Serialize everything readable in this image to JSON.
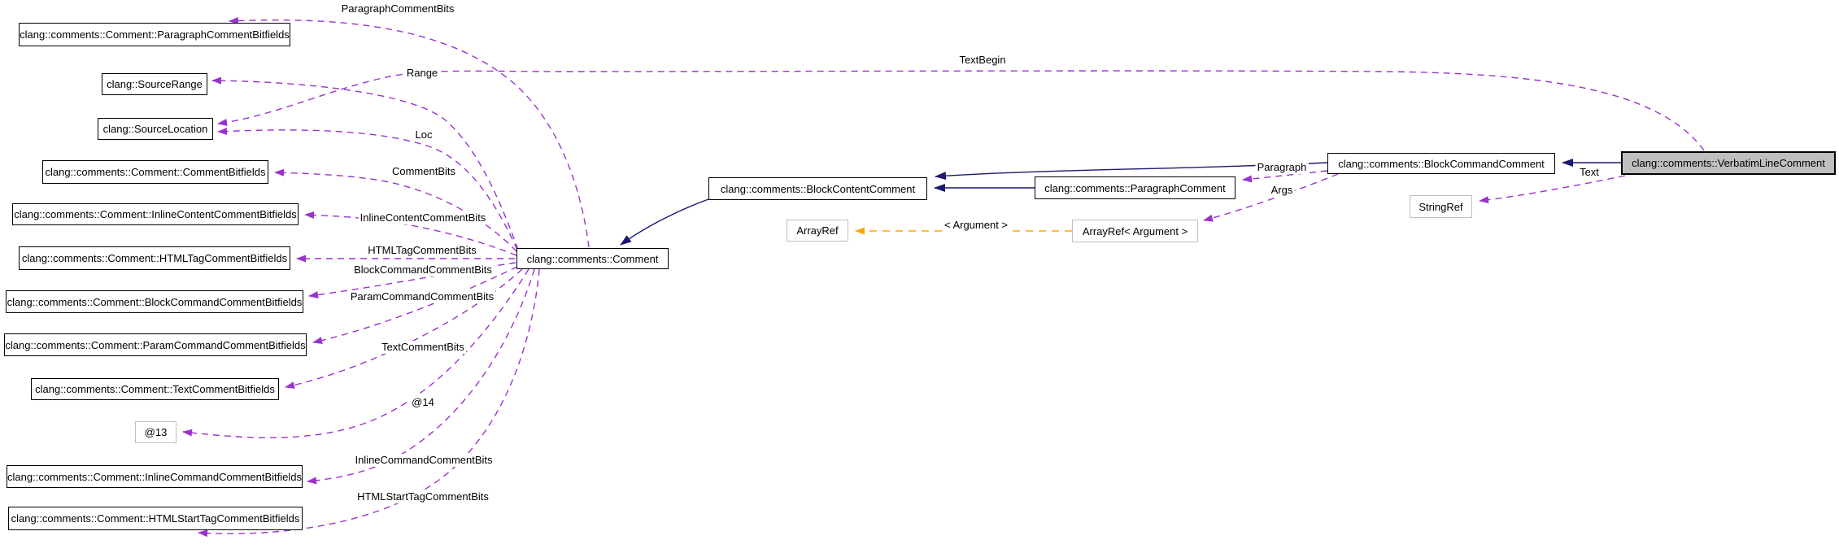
{
  "diagram": {
    "kind": "doxygen-collaboration-graph",
    "highlighted_node": "clang::comments::VerbatimLineComment",
    "colors": {
      "background": "#ffffff",
      "usage_edge": "#9a32cd",
      "inheritance_edge": "#191970",
      "template_edge": "#ffa500",
      "node_border": "#000000",
      "muted_node_border": "#bfbfbf",
      "highlight_fill": "#bfbfbf",
      "text": "#000000"
    },
    "nodes": [
      {
        "id": "paragraph-comment-bitfields",
        "label": "clang::comments::Comment::ParagraphCommentBitfields",
        "variant": "normal"
      },
      {
        "id": "source-range",
        "label": "clang::SourceRange",
        "variant": "normal"
      },
      {
        "id": "source-location",
        "label": "clang::SourceLocation",
        "variant": "normal"
      },
      {
        "id": "comment-bitfields",
        "label": "clang::comments::Comment::CommentBitfields",
        "variant": "normal"
      },
      {
        "id": "inline-content-comment-bitfields",
        "label": "clang::comments::Comment::InlineContentCommentBitfields",
        "variant": "normal"
      },
      {
        "id": "html-tag-comment-bitfields",
        "label": "clang::comments::Comment::HTMLTagCommentBitfields",
        "variant": "normal"
      },
      {
        "id": "block-command-comment-bitfields",
        "label": "clang::comments::Comment::BlockCommandCommentBitfields",
        "variant": "normal"
      },
      {
        "id": "param-command-comment-bitfields",
        "label": "clang::comments::Comment::ParamCommandCommentBitfields",
        "variant": "normal"
      },
      {
        "id": "text-comment-bitfields",
        "label": "clang::comments::Comment::TextCommentBitfields",
        "variant": "normal"
      },
      {
        "id": "anon-13",
        "label": "@13",
        "variant": "muted"
      },
      {
        "id": "inline-command-comment-bitfields",
        "label": "clang::comments::Comment::InlineCommandCommentBitfields",
        "variant": "normal"
      },
      {
        "id": "html-start-tag-comment-bitfields",
        "label": "clang::comments::Comment::HTMLStartTagCommentBitfields",
        "variant": "normal"
      },
      {
        "id": "comment",
        "label": "clang::comments::Comment",
        "variant": "normal"
      },
      {
        "id": "block-content-comment",
        "label": "clang::comments::BlockContentComment",
        "variant": "normal"
      },
      {
        "id": "array-ref",
        "label": "ArrayRef",
        "variant": "muted"
      },
      {
        "id": "paragraph-comment",
        "label": "clang::comments::ParagraphComment",
        "variant": "normal"
      },
      {
        "id": "array-ref-argument",
        "label": "ArrayRef< Argument >",
        "variant": "muted"
      },
      {
        "id": "block-command-comment",
        "label": "clang::comments::BlockCommandComment",
        "variant": "normal"
      },
      {
        "id": "verbatim-line-comment",
        "label": "clang::comments::VerbatimLineComment",
        "variant": "highlight"
      },
      {
        "id": "string-ref",
        "label": "StringRef",
        "variant": "muted"
      }
    ],
    "edge_labels": [
      {
        "id": "paragraph-comment-bits",
        "text": "ParagraphCommentBits"
      },
      {
        "id": "text-begin",
        "text": "TextBegin"
      },
      {
        "id": "range",
        "text": "Range"
      },
      {
        "id": "loc",
        "text": "Loc"
      },
      {
        "id": "comment-bits",
        "text": "CommentBits"
      },
      {
        "id": "inline-content-comment-bits",
        "text": "InlineContentCommentBits"
      },
      {
        "id": "html-tag-comment-bits",
        "text": "HTMLTagCommentBits"
      },
      {
        "id": "block-command-comment-bits",
        "text": "BlockCommandCommentBits"
      },
      {
        "id": "param-command-comment-bits",
        "text": "ParamCommandCommentBits"
      },
      {
        "id": "text-comment-bits",
        "text": "TextCommentBits"
      },
      {
        "id": "at-14",
        "text": "@14"
      },
      {
        "id": "inline-command-comment-bits",
        "text": "InlineCommandCommentBits"
      },
      {
        "id": "html-start-tag-comment-bits",
        "text": "HTMLStartTagCommentBits"
      },
      {
        "id": "paragraph",
        "text": "Paragraph"
      },
      {
        "id": "args",
        "text": "Args"
      },
      {
        "id": "text",
        "text": "Text"
      },
      {
        "id": "argument",
        "text": "< Argument >"
      }
    ]
  }
}
